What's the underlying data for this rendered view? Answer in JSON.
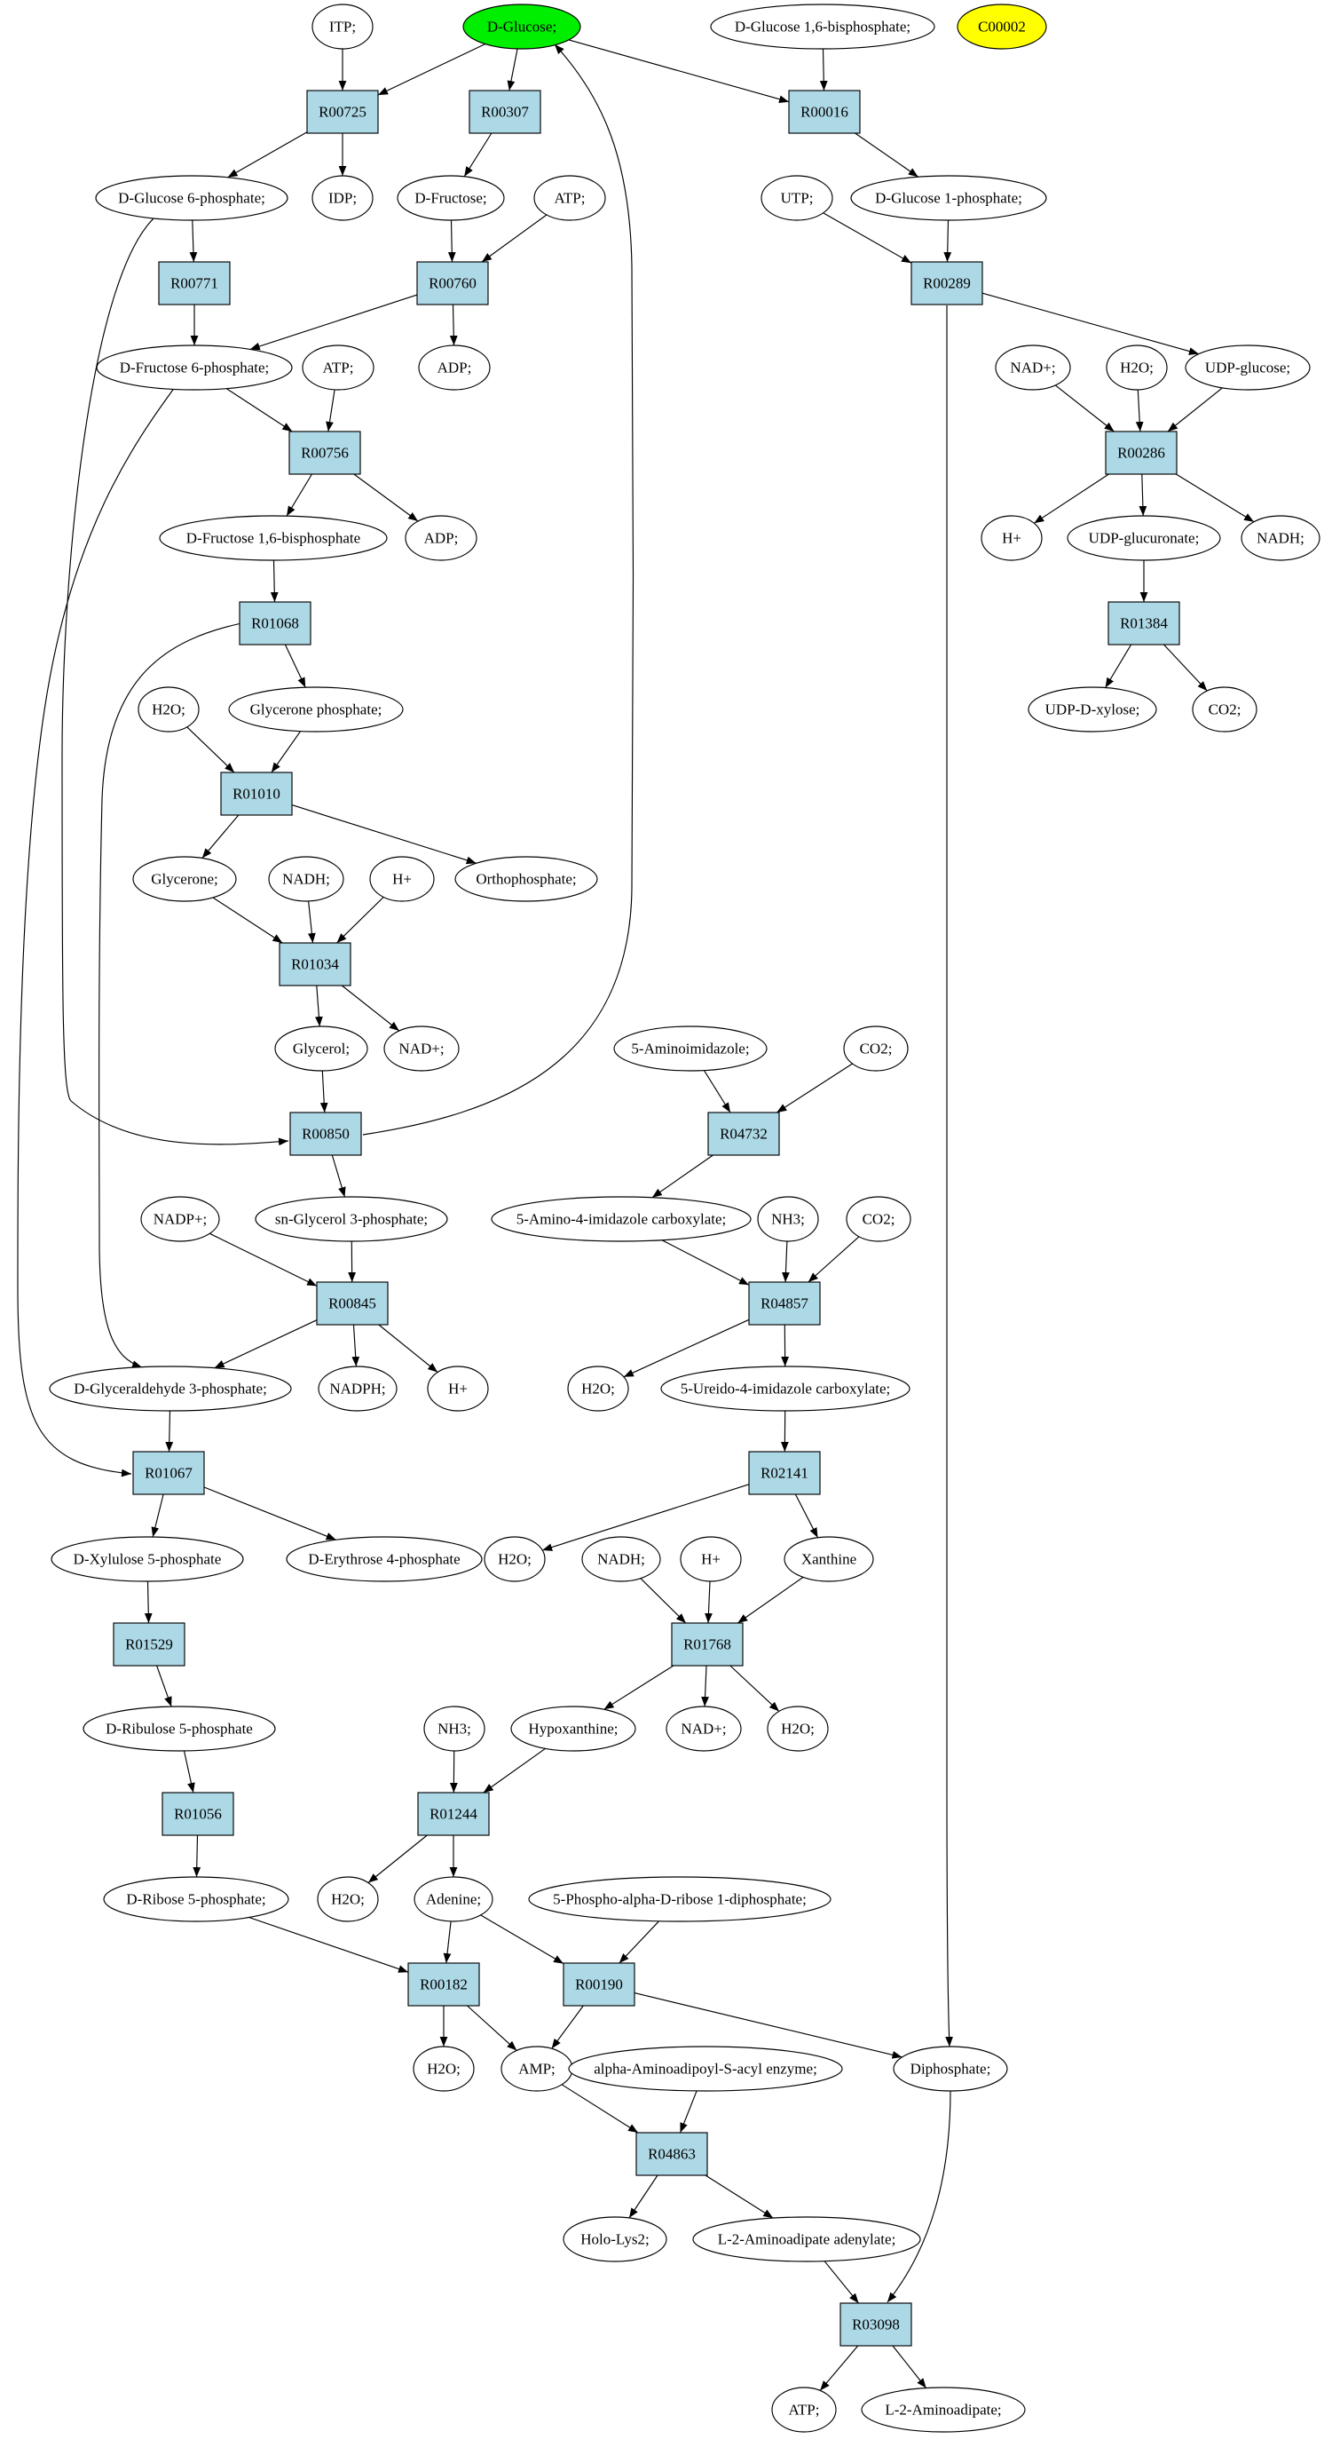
{
  "diagram": {
    "nodes": [
      {
        "id": "ITP",
        "label": "ITP;",
        "kind": "compound"
      },
      {
        "id": "DGlc",
        "label": "D-Glucose;",
        "kind": "compound",
        "color": "#00ee00"
      },
      {
        "id": "G16BP",
        "label": "D-Glucose 1,6-bisphosphate;",
        "kind": "compound"
      },
      {
        "id": "C00002",
        "label": "C00002",
        "kind": "compound",
        "color": "#ffff00"
      },
      {
        "id": "R00725",
        "label": "R00725",
        "kind": "reaction"
      },
      {
        "id": "R00307",
        "label": "R00307",
        "kind": "reaction"
      },
      {
        "id": "R00016",
        "label": "R00016",
        "kind": "reaction"
      },
      {
        "id": "G6P",
        "label": "D-Glucose 6-phosphate;",
        "kind": "compound"
      },
      {
        "id": "IDP",
        "label": "IDP;",
        "kind": "compound"
      },
      {
        "id": "DFru",
        "label": "D-Fructose;",
        "kind": "compound"
      },
      {
        "id": "ATP1",
        "label": "ATP;",
        "kind": "compound"
      },
      {
        "id": "UTP",
        "label": "UTP;",
        "kind": "compound"
      },
      {
        "id": "G1P",
        "label": "D-Glucose 1-phosphate;",
        "kind": "compound"
      },
      {
        "id": "R00771",
        "label": "R00771",
        "kind": "reaction"
      },
      {
        "id": "R00760",
        "label": "R00760",
        "kind": "reaction"
      },
      {
        "id": "R00289",
        "label": "R00289",
        "kind": "reaction"
      },
      {
        "id": "F6P",
        "label": "D-Fructose 6-phosphate;",
        "kind": "compound"
      },
      {
        "id": "ATP2",
        "label": "ATP;",
        "kind": "compound"
      },
      {
        "id": "ADP1",
        "label": "ADP;",
        "kind": "compound"
      },
      {
        "id": "NADp1",
        "label": "NAD+;",
        "kind": "compound"
      },
      {
        "id": "H2O1",
        "label": "H2O;",
        "kind": "compound"
      },
      {
        "id": "UDPG",
        "label": "UDP-glucose;",
        "kind": "compound"
      },
      {
        "id": "R00756",
        "label": "R00756",
        "kind": "reaction"
      },
      {
        "id": "R00286",
        "label": "R00286",
        "kind": "reaction"
      },
      {
        "id": "FBP",
        "label": "D-Fructose 1,6-bisphosphate",
        "kind": "compound"
      },
      {
        "id": "ADP2",
        "label": "ADP;",
        "kind": "compound"
      },
      {
        "id": "Hp1",
        "label": "H+",
        "kind": "compound"
      },
      {
        "id": "UDPGA",
        "label": "UDP-glucuronate;",
        "kind": "compound"
      },
      {
        "id": "NADH1",
        "label": "NADH;",
        "kind": "compound"
      },
      {
        "id": "R01068",
        "label": "R01068",
        "kind": "reaction"
      },
      {
        "id": "R01384",
        "label": "R01384",
        "kind": "reaction"
      },
      {
        "id": "H2O2",
        "label": "H2O;",
        "kind": "compound"
      },
      {
        "id": "GlyP",
        "label": "Glycerone phosphate;",
        "kind": "compound"
      },
      {
        "id": "UDPX",
        "label": "UDP-D-xylose;",
        "kind": "compound"
      },
      {
        "id": "CO2a",
        "label": "CO2;",
        "kind": "compound"
      },
      {
        "id": "R01010",
        "label": "R01010",
        "kind": "reaction"
      },
      {
        "id": "Glycerone",
        "label": "Glycerone;",
        "kind": "compound"
      },
      {
        "id": "NADH2",
        "label": "NADH;",
        "kind": "compound"
      },
      {
        "id": "Hp2",
        "label": "H+",
        "kind": "compound"
      },
      {
        "id": "Pi",
        "label": "Orthophosphate;",
        "kind": "compound"
      },
      {
        "id": "R01034",
        "label": "R01034",
        "kind": "reaction"
      },
      {
        "id": "Glycerol",
        "label": "Glycerol;",
        "kind": "compound"
      },
      {
        "id": "NADp2",
        "label": "NAD+;",
        "kind": "compound"
      },
      {
        "id": "AIm",
        "label": "5-Aminoimidazole;",
        "kind": "compound"
      },
      {
        "id": "CO2b",
        "label": "CO2;",
        "kind": "compound"
      },
      {
        "id": "R00850",
        "label": "R00850",
        "kind": "reaction"
      },
      {
        "id": "R04732",
        "label": "R04732",
        "kind": "reaction"
      },
      {
        "id": "G3P",
        "label": "sn-Glycerol 3-phosphate;",
        "kind": "compound"
      },
      {
        "id": "NADPp",
        "label": "NADP+;",
        "kind": "compound"
      },
      {
        "id": "AIC",
        "label": "5-Amino-4-imidazole carboxylate;",
        "kind": "compound"
      },
      {
        "id": "NH3a",
        "label": "NH3;",
        "kind": "compound"
      },
      {
        "id": "CO2c",
        "label": "CO2;",
        "kind": "compound"
      },
      {
        "id": "R00845",
        "label": "R00845",
        "kind": "reaction"
      },
      {
        "id": "R04857",
        "label": "R04857",
        "kind": "reaction"
      },
      {
        "id": "GAP",
        "label": "D-Glyceraldehyde 3-phosphate;",
        "kind": "compound"
      },
      {
        "id": "NADPH",
        "label": "NADPH;",
        "kind": "compound"
      },
      {
        "id": "Hp3",
        "label": "H+",
        "kind": "compound"
      },
      {
        "id": "H2O3",
        "label": "H2O;",
        "kind": "compound"
      },
      {
        "id": "UIC",
        "label": "5-Ureido-4-imidazole carboxylate;",
        "kind": "compound"
      },
      {
        "id": "R01067",
        "label": "R01067",
        "kind": "reaction"
      },
      {
        "id": "R02141",
        "label": "R02141",
        "kind": "reaction"
      },
      {
        "id": "X5P",
        "label": "D-Xylulose 5-phosphate",
        "kind": "compound"
      },
      {
        "id": "E4P",
        "label": "D-Erythrose 4-phosphate",
        "kind": "compound"
      },
      {
        "id": "H2O4",
        "label": "H2O;",
        "kind": "compound"
      },
      {
        "id": "NADH3",
        "label": "NADH;",
        "kind": "compound"
      },
      {
        "id": "Hp4",
        "label": "H+",
        "kind": "compound"
      },
      {
        "id": "Xan",
        "label": "Xanthine",
        "kind": "compound"
      },
      {
        "id": "R01529",
        "label": "R01529",
        "kind": "reaction"
      },
      {
        "id": "R01768",
        "label": "R01768",
        "kind": "reaction"
      },
      {
        "id": "Ru5P",
        "label": "D-Ribulose 5-phosphate",
        "kind": "compound"
      },
      {
        "id": "NH3b",
        "label": "NH3;",
        "kind": "compound"
      },
      {
        "id": "Hyp",
        "label": "Hypoxanthine;",
        "kind": "compound"
      },
      {
        "id": "NADp3",
        "label": "NAD+;",
        "kind": "compound"
      },
      {
        "id": "H2O5",
        "label": "H2O;",
        "kind": "compound"
      },
      {
        "id": "R01056",
        "label": "R01056",
        "kind": "reaction"
      },
      {
        "id": "R01244",
        "label": "R01244",
        "kind": "reaction"
      },
      {
        "id": "R5P",
        "label": "D-Ribose 5-phosphate;",
        "kind": "compound"
      },
      {
        "id": "H2O6",
        "label": "H2O;",
        "kind": "compound"
      },
      {
        "id": "Ade",
        "label": "Adenine;",
        "kind": "compound"
      },
      {
        "id": "PRPP",
        "label": "5-Phospho-alpha-D-ribose 1-diphosphate;",
        "kind": "compound"
      },
      {
        "id": "R00182",
        "label": "R00182",
        "kind": "reaction"
      },
      {
        "id": "R00190",
        "label": "R00190",
        "kind": "reaction"
      },
      {
        "id": "H2O7",
        "label": "H2O;",
        "kind": "compound"
      },
      {
        "id": "AMP",
        "label": "AMP;",
        "kind": "compound"
      },
      {
        "id": "AASE",
        "label": "alpha-Aminoadipoyl-S-acyl enzyme;",
        "kind": "compound"
      },
      {
        "id": "PPi",
        "label": "Diphosphate;",
        "kind": "compound"
      },
      {
        "id": "R04863",
        "label": "R04863",
        "kind": "reaction"
      },
      {
        "id": "HL2",
        "label": "Holo-Lys2;",
        "kind": "compound"
      },
      {
        "id": "L2AAd",
        "label": "L-2-Aminoadipate adenylate;",
        "kind": "compound"
      },
      {
        "id": "R03098",
        "label": "R03098",
        "kind": "reaction"
      },
      {
        "id": "ATP3",
        "label": "ATP;",
        "kind": "compound"
      },
      {
        "id": "L2AA",
        "label": "L-2-Aminoadipate;",
        "kind": "compound"
      }
    ],
    "edges": [
      [
        "ITP",
        "R00725"
      ],
      [
        "DGlc",
        "R00725"
      ],
      [
        "R00725",
        "G6P"
      ],
      [
        "R00725",
        "IDP"
      ],
      [
        "DGlc",
        "R00307"
      ],
      [
        "R00307",
        "DFru"
      ],
      [
        "DGlc",
        "R00016"
      ],
      [
        "G16BP",
        "R00016"
      ],
      [
        "R00016",
        "G1P"
      ],
      [
        "G6P",
        "R00771"
      ],
      [
        "R00771",
        "F6P"
      ],
      [
        "DFru",
        "R00760"
      ],
      [
        "ATP1",
        "R00760"
      ],
      [
        "R00760",
        "F6P"
      ],
      [
        "R00760",
        "ADP1"
      ],
      [
        "UTP",
        "R00289"
      ],
      [
        "G1P",
        "R00289"
      ],
      [
        "R00289",
        "UDPG"
      ],
      [
        "R00289",
        "PPi"
      ],
      [
        "F6P",
        "R00756"
      ],
      [
        "ATP2",
        "R00756"
      ],
      [
        "R00756",
        "FBP"
      ],
      [
        "R00756",
        "ADP2"
      ],
      [
        "NADp1",
        "R00286"
      ],
      [
        "H2O1",
        "R00286"
      ],
      [
        "UDPG",
        "R00286"
      ],
      [
        "R00286",
        "Hp1"
      ],
      [
        "R00286",
        "UDPGA"
      ],
      [
        "R00286",
        "NADH1"
      ],
      [
        "FBP",
        "R01068"
      ],
      [
        "R01068",
        "GlyP"
      ],
      [
        "R01068",
        "GAP"
      ],
      [
        "UDPGA",
        "R01384"
      ],
      [
        "R01384",
        "UDPX"
      ],
      [
        "R01384",
        "CO2a"
      ],
      [
        "H2O2",
        "R01010"
      ],
      [
        "GlyP",
        "R01010"
      ],
      [
        "R01010",
        "Glycerone"
      ],
      [
        "R01010",
        "Pi"
      ],
      [
        "Glycerone",
        "R01034"
      ],
      [
        "NADH2",
        "R01034"
      ],
      [
        "Hp2",
        "R01034"
      ],
      [
        "R01034",
        "Glycerol"
      ],
      [
        "R01034",
        "NADp2"
      ],
      [
        "Glycerol",
        "R00850"
      ],
      [
        "G6P",
        "R00850"
      ],
      [
        "R00850",
        "DGlc"
      ],
      [
        "R00850",
        "G3P"
      ],
      [
        "AIm",
        "R04732"
      ],
      [
        "CO2b",
        "R04732"
      ],
      [
        "R04732",
        "AIC"
      ],
      [
        "NADPp",
        "R00845"
      ],
      [
        "G3P",
        "R00845"
      ],
      [
        "R00845",
        "GAP"
      ],
      [
        "R00845",
        "NADPH"
      ],
      [
        "R00845",
        "Hp3"
      ],
      [
        "AIC",
        "R04857"
      ],
      [
        "NH3a",
        "R04857"
      ],
      [
        "CO2c",
        "R04857"
      ],
      [
        "R04857",
        "H2O3"
      ],
      [
        "R04857",
        "UIC"
      ],
      [
        "GAP",
        "R01067"
      ],
      [
        "F6P",
        "R01067"
      ],
      [
        "R01067",
        "X5P"
      ],
      [
        "R01067",
        "E4P"
      ],
      [
        "UIC",
        "R02141"
      ],
      [
        "R02141",
        "H2O4"
      ],
      [
        "R02141",
        "Xan"
      ],
      [
        "X5P",
        "R01529"
      ],
      [
        "R01529",
        "Ru5P"
      ],
      [
        "NADH3",
        "R01768"
      ],
      [
        "Hp4",
        "R01768"
      ],
      [
        "Xan",
        "R01768"
      ],
      [
        "R01768",
        "Hyp"
      ],
      [
        "R01768",
        "NADp3"
      ],
      [
        "R01768",
        "H2O5"
      ],
      [
        "Ru5P",
        "R01056"
      ],
      [
        "R01056",
        "R5P"
      ],
      [
        "NH3b",
        "R01244"
      ],
      [
        "Hyp",
        "R01244"
      ],
      [
        "R01244",
        "H2O6"
      ],
      [
        "R01244",
        "Ade"
      ],
      [
        "R5P",
        "R00182"
      ],
      [
        "Ade",
        "R00182"
      ],
      [
        "R00182",
        "H2O7"
      ],
      [
        "R00182",
        "AMP"
      ],
      [
        "Ade",
        "R00190"
      ],
      [
        "PRPP",
        "R00190"
      ],
      [
        "R00190",
        "AMP"
      ],
      [
        "R00190",
        "PPi"
      ],
      [
        "AMP",
        "R04863"
      ],
      [
        "AASE",
        "R04863"
      ],
      [
        "R04863",
        "HL2"
      ],
      [
        "R04863",
        "L2AAd"
      ],
      [
        "L2AAd",
        "R03098"
      ],
      [
        "PPi",
        "R03098"
      ],
      [
        "R03098",
        "ATP3"
      ],
      [
        "R03098",
        "L2AA"
      ]
    ]
  }
}
